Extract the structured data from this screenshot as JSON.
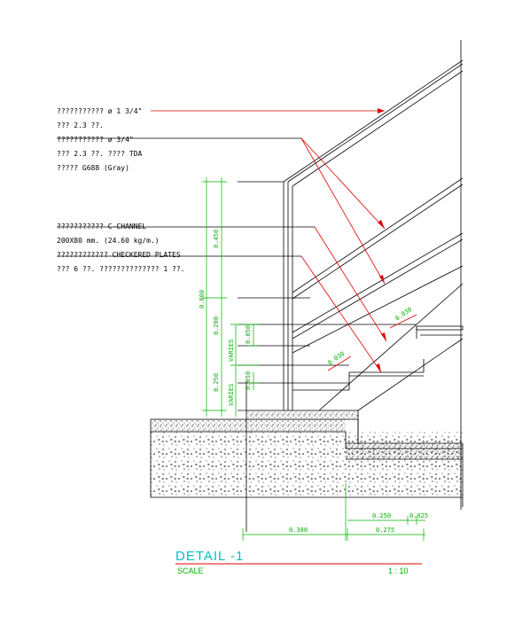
{
  "notes": [
    {
      "line1": "??????????? ø 1 3/4\"",
      "line2": "??? 2.3 ??."
    },
    {
      "line1": "??????????? ø 3/4\"",
      "line2": "??? 2.3 ??. ???? TDA",
      "line3": "????? G688 (Gray)"
    },
    {
      "line1": "??????????? C-CHANNEL",
      "line2": "200X80 mm. (24.60 kg/m.)"
    },
    {
      "line1": "???????????? CHECKERED PLATES",
      "line2": "??? 6 ??. ?????????????? 1 ??."
    }
  ],
  "dimensions": {
    "d_0450": "0.450",
    "d_0800": "0.800",
    "d_0200": "0.200",
    "d_0250": "0.250",
    "d_0050_a": "0.050",
    "d_0050_b": "0.050",
    "varies_a": "VARIES",
    "varies_b": "VARIES",
    "d_0030_a": "0.030",
    "d_0030_b": "0.030",
    "d_0380": "0.380",
    "d_0275": "0.275",
    "d_0250_h": "0.250",
    "d_0025": "0.025"
  },
  "title": {
    "detail": "DETAIL -1",
    "scale_label": "SCALE",
    "scale_value": "1 : 10"
  },
  "colors": {
    "leader": "#e00000",
    "dimension": "#00b000",
    "title": "#00c0c0",
    "linework": "#000000"
  }
}
